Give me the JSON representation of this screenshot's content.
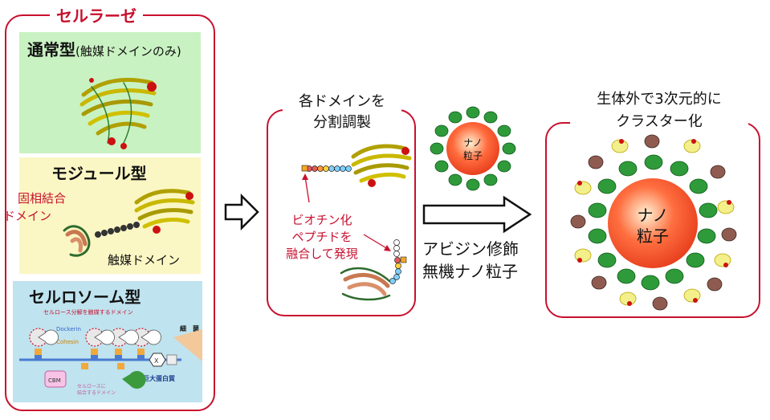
{
  "cellulase": {
    "title": "セルラーゼ",
    "normal": {
      "title": "通常型",
      "subtitle": "(触媒ドメインのみ)"
    },
    "modular": {
      "title": "モジュール型",
      "fixed_domain_line1": "固相結合",
      "fixed_domain_line2": "ドメイン",
      "catalytic_label": "触媒ドメイン"
    },
    "cellulosome": {
      "title": "セルロソーム型",
      "caption_catalytic": "セルロース分解を触媒するドメイン",
      "dockerin": "Dockerin",
      "cohesin": "Cohesin",
      "cbm": "CBM",
      "bacteria": "細　菌",
      "big_protein": "巨大蛋白質",
      "binding_line1": "セルロースに",
      "binding_line2": "結合するドメイン",
      "x_module": "X"
    }
  },
  "middle": {
    "title_line1": "各ドメインを",
    "title_line2": "分割調製",
    "annotation_line1": "ビオチン化",
    "annotation_line2": "ペプチドを",
    "annotation_line3": "融合して発現"
  },
  "nanoparticle_small": {
    "line1": "ナノ",
    "line2": "粒子"
  },
  "arrow_label": {
    "line1": "アビジン修飾",
    "line2": "無機ナノ粒子"
  },
  "right": {
    "title_line1": "生体外で3次元的に",
    "title_line2": "クラスター化",
    "particle_line1": "ナノ",
    "particle_line2": "粒子"
  },
  "colors": {
    "frame_red": "#c8102e",
    "normal_bg": "#c9f2c2",
    "modular_bg": "#fbf7c4",
    "cellulosome_bg": "#bfe3ef"
  }
}
